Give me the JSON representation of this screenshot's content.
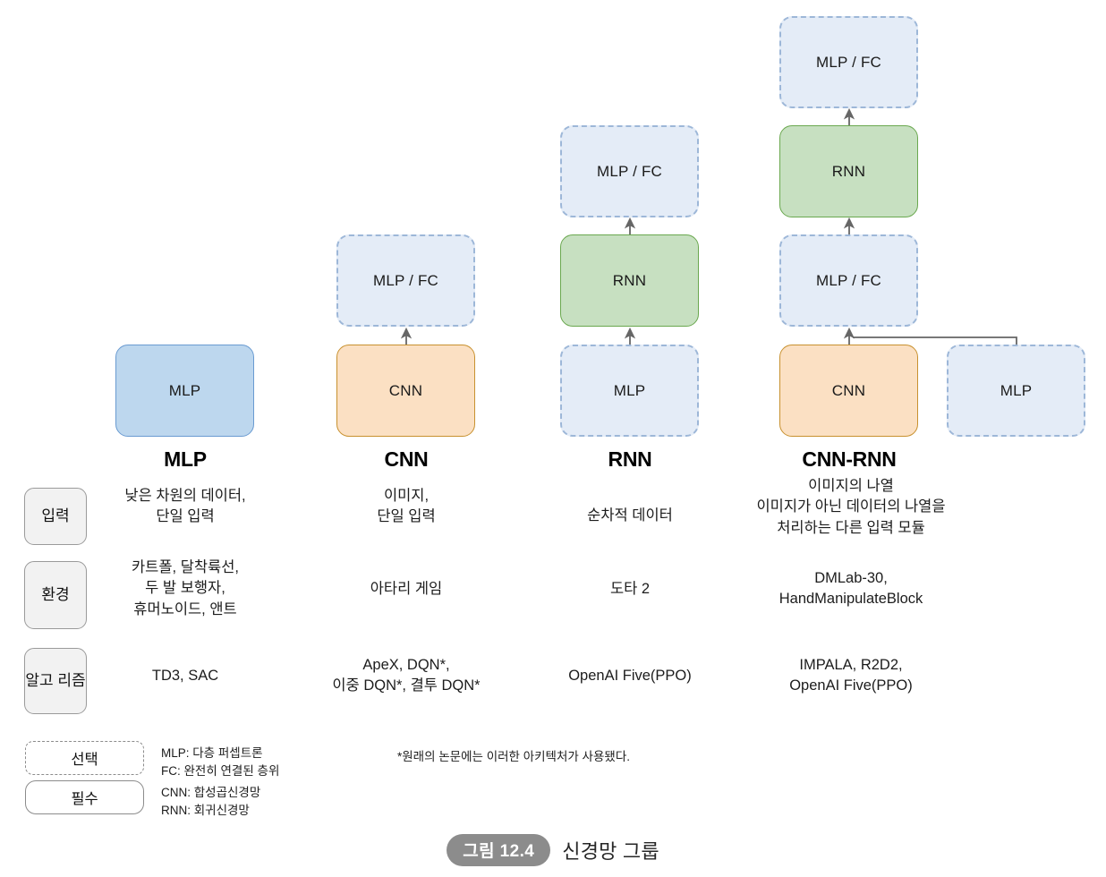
{
  "diagram": {
    "columns": [
      {
        "key": "mlp",
        "header": "MLP",
        "nodes": [
          {
            "label": "MLP",
            "style": "mlp-solid",
            "row": "bottom"
          }
        ]
      },
      {
        "key": "cnn",
        "header": "CNN",
        "nodes": [
          {
            "label": "CNN",
            "style": "cnn",
            "row": "bottom"
          },
          {
            "label": "MLP / FC",
            "style": "optional",
            "row": "middle"
          }
        ]
      },
      {
        "key": "rnn",
        "header": "RNN",
        "nodes": [
          {
            "label": "MLP",
            "style": "optional",
            "row": "bottom"
          },
          {
            "label": "RNN",
            "style": "rnn",
            "row": "middle"
          },
          {
            "label": "MLP / FC",
            "style": "optional",
            "row": "upper"
          }
        ]
      },
      {
        "key": "cnn-rnn",
        "header": "CNN-RNN",
        "nodes": [
          {
            "label": "CNN",
            "style": "cnn",
            "row": "bottom"
          },
          {
            "label": "MLP",
            "style": "optional",
            "row": "bottom-right"
          },
          {
            "label": "MLP / FC",
            "style": "optional",
            "row": "middle"
          },
          {
            "label": "RNN",
            "style": "rnn",
            "row": "upper"
          },
          {
            "label": "MLP / FC",
            "style": "optional",
            "row": "top"
          }
        ]
      }
    ]
  },
  "table": {
    "row_labels": [
      "입력",
      "환경",
      "알고\n리즘"
    ],
    "rows": [
      {
        "label": "입력",
        "cells": [
          "낮은 차원의 데이터,\n단일 입력",
          "이미지,\n단일 입력",
          "순차적 데이터",
          "이미지의 나열\n이미지가 아닌 데이터의 나열을\n처리하는 다른 입력 모듈"
        ]
      },
      {
        "label": "환경",
        "cells": [
          "카트폴, 달착륙선,\n두 발 보행자,\n휴머노이드, 앤트",
          "아타리 게임",
          "도타 2",
          "DMLab-30,\nHandManipulateBlock"
        ]
      },
      {
        "label": "알고\n리즘",
        "cells": [
          "TD3, SAC",
          "ApeX, DQN*,\n이중 DQN*, 결투 DQN*",
          "OpenAI Five(PPO)",
          "IMPALA, R2D2,\nOpenAI Five(PPO)"
        ]
      }
    ]
  },
  "legend": {
    "optional_label": "선택",
    "required_label": "필수",
    "abbrev_top": "MLP: 다층 퍼셉트론\nFC: 완전히 연결된 층위",
    "abbrev_bottom": "CNN: 합성곱신경망\nRNN: 회귀신경망",
    "footnote": "*원래의 논문에는 이러한 아키텍처가 사용됐다."
  },
  "caption": {
    "number": "그림 12.4",
    "title": "신경망 그룹"
  },
  "colors": {
    "optional_fill": "#e4ecf7",
    "optional_border": "#9db7d8",
    "mlp_fill": "#bdd7ee",
    "mlp_border": "#6a9bd1",
    "cnn_fill": "#fbe0c3",
    "cnn_border": "#c8912f",
    "rnn_fill": "#c7e0c1",
    "rnn_border": "#6aa84f",
    "label_fill": "#f2f2f2",
    "label_border": "#9a9a9a",
    "arrow": "#666666",
    "caption_pill": "#8c8c8c"
  }
}
